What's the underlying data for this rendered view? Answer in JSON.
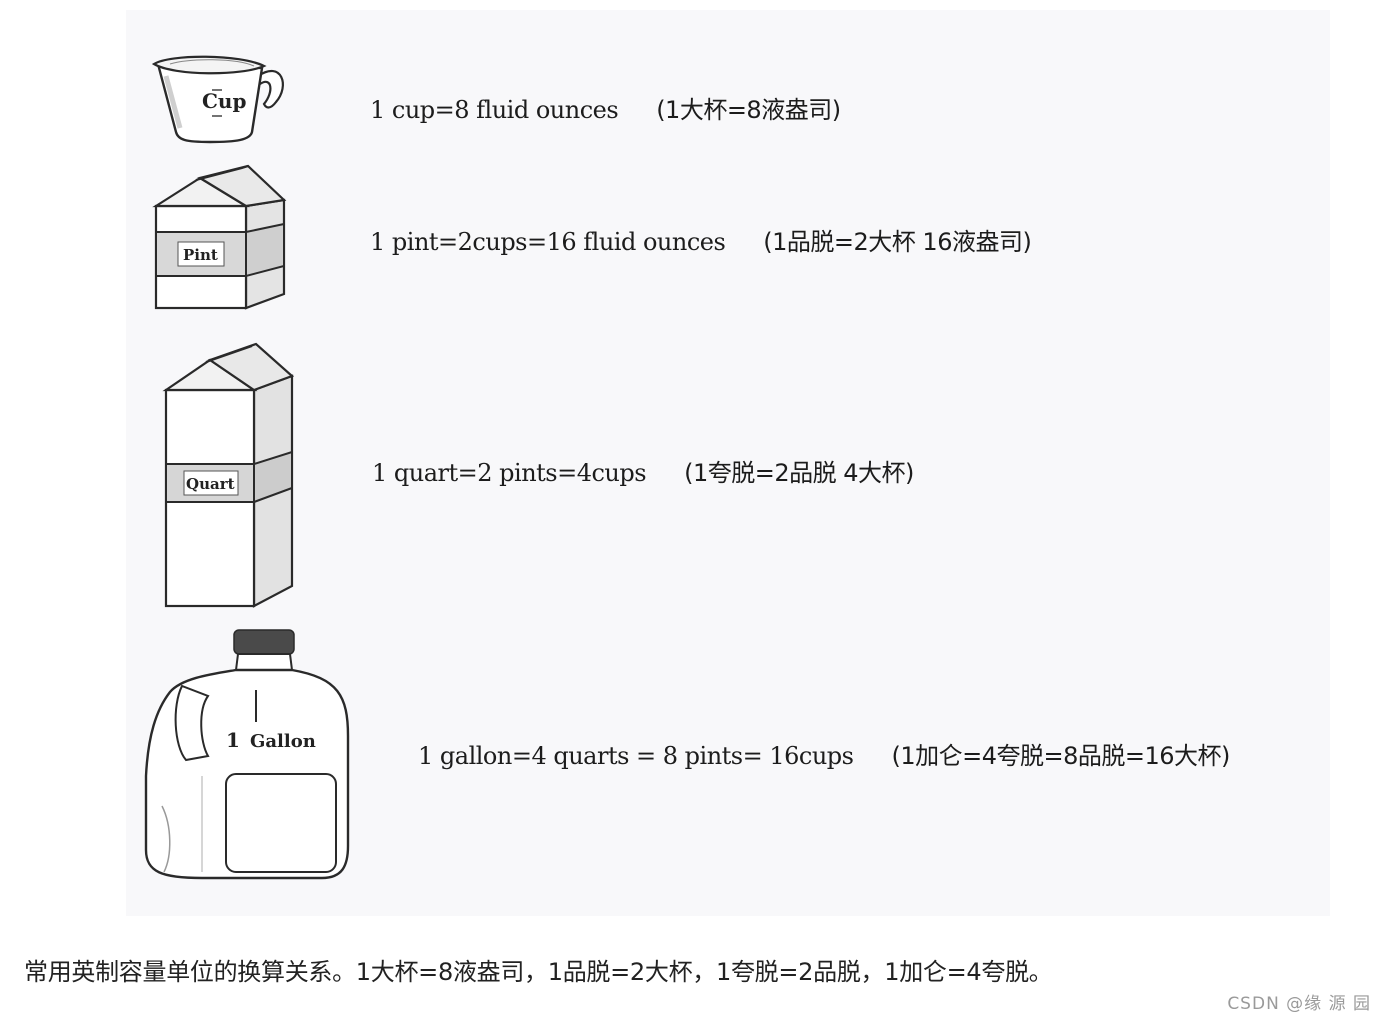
{
  "rows": [
    {
      "icon": "measuring-cup-icon",
      "icon_label": "Cup",
      "equation": "1 cup=8 fluid ounces",
      "chinese": "(1大杯=8液盎司)"
    },
    {
      "icon": "pint-carton-icon",
      "icon_label": "Pint",
      "equation": "1 pint=2cups=16 fluid ounces",
      "chinese": "(1品脱=2大杯 16液盎司)"
    },
    {
      "icon": "quart-carton-icon",
      "icon_label": "Quart",
      "equation": "1 quart=2 pints=4cups",
      "chinese": "(1夸脱=2品脱 4大杯)"
    },
    {
      "icon": "gallon-jug-icon",
      "icon_label_num": "1",
      "icon_label": "Gallon",
      "equation": "1 gallon=4 quarts = 8 pints= 16cups",
      "chinese": "(1加仑=4夸脱=8品脱=16大杯)"
    }
  ],
  "caption": "常用英制容量单位的换算关系。1大杯=8液盎司，1品脱=2大杯，1夸脱=2品脱，1加仑=4夸脱。",
  "watermark": "CSDN @缘 源 园"
}
